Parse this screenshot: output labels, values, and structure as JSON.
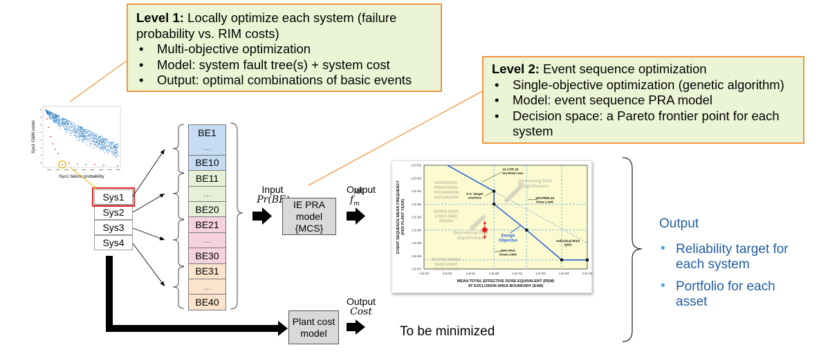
{
  "level1": {
    "heading": "Level 1:",
    "intro": " Locally optimize each system (failure probability vs. RIM costs)",
    "bullets": [
      "Multi-objective optimization",
      "Model: system fault tree(s) + system cost",
      "Output: optimal combinations of basic events"
    ]
  },
  "level2": {
    "heading": "Level 2:",
    "intro": " Event sequence optimization",
    "bullets": [
      "Single-objective optimization (genetic algorithm)",
      "Model: event sequence PRA model",
      "Decision space: a Pareto frontier point for each system"
    ]
  },
  "scatter": {
    "xlabel": "Sys1 failure probability",
    "ylabel": "Sys1 O&M costs",
    "point_color": "#2f7fc1",
    "pareto_color": "#e03030",
    "highlight_color": "#f2b400"
  },
  "systems": [
    {
      "label": "Sys1",
      "color": "#c6dcf4"
    },
    {
      "label": "Sys2",
      "color": "#e5f0d6"
    },
    {
      "label": "Sys3",
      "color": "#ebc9e7"
    },
    {
      "label": "Sys4",
      "color": "#fbe3cc"
    }
  ],
  "basic_events": [
    {
      "label": "BE1",
      "group": "blue"
    },
    {
      "label": "…",
      "group": "blue"
    },
    {
      "label": "BE10",
      "group": "blue"
    },
    {
      "label": "BE11",
      "group": "green"
    },
    {
      "label": "…",
      "group": "green"
    },
    {
      "label": "BE20",
      "group": "green"
    },
    {
      "label": "BE21",
      "group": "pink"
    },
    {
      "label": "…",
      "group": "pink"
    },
    {
      "label": "BE30",
      "group": "pink"
    },
    {
      "label": "BE31",
      "group": "peach"
    },
    {
      "label": "…",
      "group": "peach"
    },
    {
      "label": "BE40",
      "group": "peach"
    }
  ],
  "input": {
    "label": "Input",
    "math": "Pr(BE)"
  },
  "pra_model": {
    "lines": [
      "IE PRA",
      "model",
      "{MCS}"
    ]
  },
  "pra_output": {
    "label": "Output",
    "math": "f",
    "math_sub": "m",
    "math_sup": "RR"
  },
  "cost_model": {
    "lines": [
      "Plant cost",
      "model"
    ]
  },
  "cost_output": {
    "label": "Output",
    "math": "Cost"
  },
  "minimized_text": "To be minimized",
  "final_output": {
    "title": "Output",
    "bullets": [
      "Reliability target for each system",
      "Portfolio for each asset"
    ]
  },
  "chart_data": {
    "type": "line",
    "title": "",
    "xlabel": "MEAN TOTAL EFFECTIVE DOSE EQUIVALENT (REM) AT EXCLUSION AREA BOUNDARY (EAB)",
    "ylabel": "EVENT SEQUENCE MEAN FREQUENCY (PER PLANT YEAR)",
    "xscale": "log",
    "yscale": "log",
    "xlim": [
      0.001,
      10000
    ],
    "ylim": [
      1e-07,
      10
    ],
    "x_ticks": [
      "1.E-03",
      "1.E-02",
      "1.E-01",
      "1.E+00",
      "1.E+01",
      "1.E+02",
      "1.E+03",
      "1.E+04"
    ],
    "y_ticks": [
      "1.E+01",
      "1.E+00",
      "1.E-01",
      "1.E-02",
      "1.E-03",
      "1.E-04",
      "1.E-05",
      "1.E-06",
      "1.E-07"
    ],
    "grid": "dashed",
    "series": [
      {
        "name": "F-C target curve",
        "color": "#2b65d9",
        "x": [
          0.01,
          1,
          1,
          25,
          800,
          10000
        ],
        "y": [
          10,
          0.1,
          0.01,
          0.0001,
          5e-07,
          5e-07
        ]
      },
      {
        "name": "10 CFR 20 Iso-Risk Line",
        "color": "#6a9ad8",
        "style": "dashed",
        "x": [
          1,
          10000
        ],
        "y": [
          0.1,
          1e-05
        ]
      }
    ],
    "reference_lines": {
      "vertical": [
        {
          "x": 1,
          "label": "EPA PAG Dose Limit"
        },
        {
          "x": 25,
          "label": "10CFR50.34 Dose Limit"
        },
        {
          "x": 800,
          "label": ""
        }
      ],
      "horizontal": [
        {
          "y": 0.01
        },
        {
          "y": 0.0001
        },
        {
          "y": 5e-07
        }
      ]
    },
    "anchor_points": [
      {
        "x": 1,
        "y": 0.1
      },
      {
        "x": 1,
        "y": 0.01
      },
      {
        "x": 25,
        "y": 0.0001
      },
      {
        "x": 800,
        "y": 5e-07
      },
      {
        "x": 10000,
        "y": 5e-07
      }
    ],
    "design_point": {
      "x": 0.4,
      "y": 0.0001,
      "color": "#e8141c"
    },
    "annotations": [
      {
        "text": "10 CFR 20 Iso-Risk Line",
        "x": 2.2,
        "y": 3
      },
      {
        "text": "F-C Target Anchors",
        "x": 0.12,
        "y": 0.03
      },
      {
        "text": "10CFR50.34 Dose Limit",
        "x": 120,
        "y": 0.02
      },
      {
        "text": "Individual Risk QHO",
        "x": 900,
        "y": 8e-06
      },
      {
        "text": "EPA PAG Dose Limit",
        "x": 4,
        "y": 1.2e-06
      },
      {
        "text": "Design Objective",
        "x": 4,
        "y": 2e-05,
        "color": "#2b65d9"
      },
      {
        "text": "Increasing Risk Significance",
        "x": 80,
        "y": 0.3,
        "color": "#b5b5a8"
      },
      {
        "text": "Decreasing Risk Significance",
        "x": 0.08,
        "y": 5e-05,
        "color": "#b5b5a8"
      }
    ],
    "regions": [
      {
        "text": "ANTICIPATED OPERATIONAL OCCURRENCE (AOO) REGION"
      },
      {
        "text": "DESIGN BASIS EVENT (DBE) REGION"
      },
      {
        "text": "BEYOND DESIGN BASIS EVENT (BDBE) REGION"
      }
    ]
  }
}
